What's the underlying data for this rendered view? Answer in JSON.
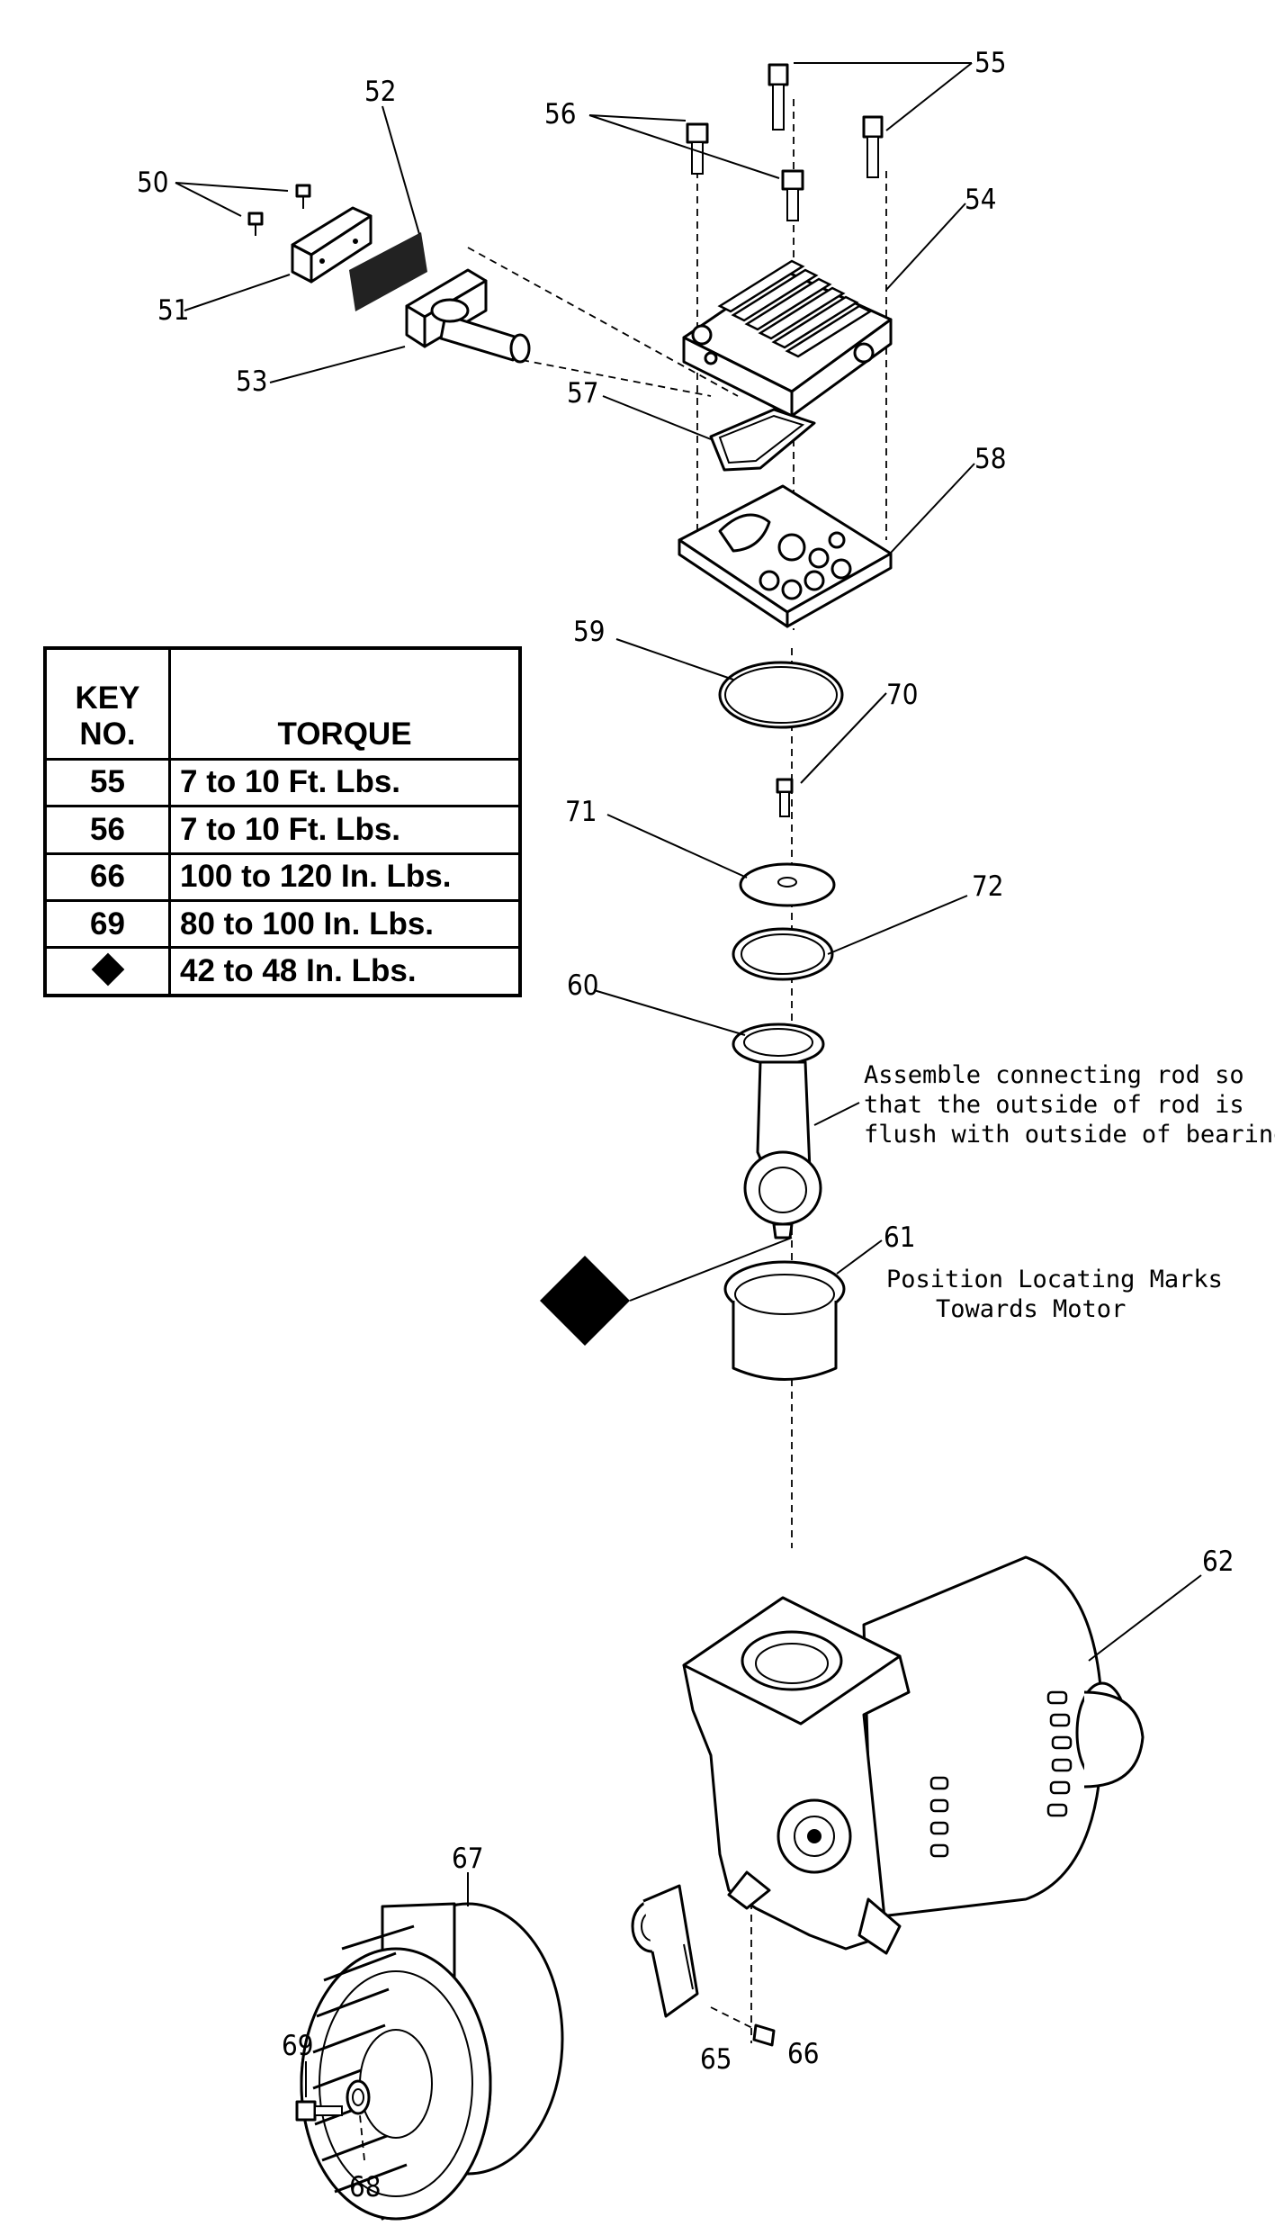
{
  "callouts": [
    "50",
    "51",
    "52",
    "53",
    "54",
    "55",
    "56",
    "57",
    "58",
    "59",
    "60",
    "61",
    "62",
    "65",
    "66",
    "67",
    "68",
    "69",
    "70",
    "71",
    "72"
  ],
  "notes": {
    "connecting_rod": [
      "Assemble connecting rod so",
      "that the outside of rod is",
      "flush with outside of bearing."
    ],
    "locating_marks": [
      "Position Locating Marks",
      "Towards Motor"
    ]
  },
  "torque_table": {
    "header_key_line1": "KEY",
    "header_key_line2": "NO.",
    "header_torque": "TORQUE",
    "rows": [
      {
        "key": "55",
        "torque": "7 to 10 Ft. Lbs."
      },
      {
        "key": "56",
        "torque": "7 to 10 Ft. Lbs."
      },
      {
        "key": "66",
        "torque": "100 to 120 In. Lbs."
      },
      {
        "key": "69",
        "torque": "80 to 100 In. Lbs."
      },
      {
        "key": "",
        "torque": "42 to 48 In. Lbs.",
        "symbol": "diamond-icon"
      }
    ]
  }
}
